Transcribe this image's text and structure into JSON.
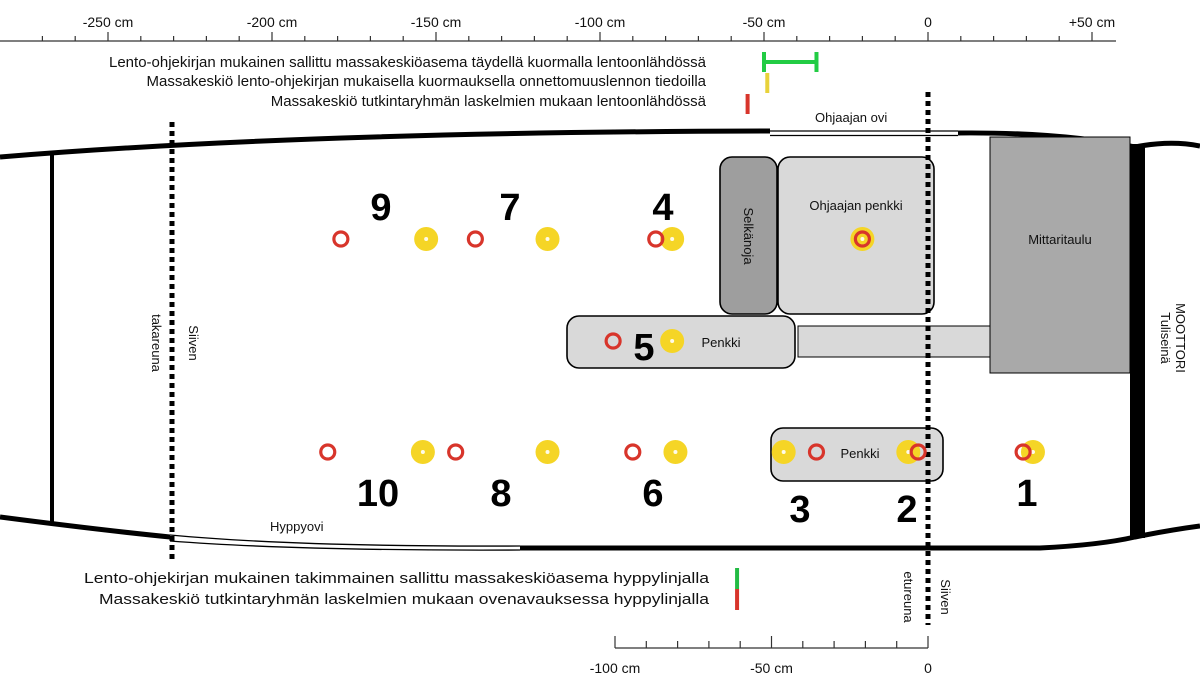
{
  "top_ruler": {
    "labels": [
      "-250 cm",
      "-200 cm",
      "-150 cm",
      "-100 cm",
      "-50 cm",
      "0",
      "+50 cm"
    ],
    "values": [
      -250,
      -200,
      -150,
      -100,
      -50,
      0,
      50
    ],
    "range_cm": [
      -270,
      55
    ],
    "minor_step_cm": 10
  },
  "bottom_ruler": {
    "labels": [
      "-100 cm",
      "-50 cm",
      "0"
    ],
    "values": [
      -100,
      -50,
      0
    ],
    "range_cm": [
      -100,
      0
    ],
    "minor_step_cm": 10
  },
  "legend_top": [
    {
      "text": "Lento-ohjekirjan mukainen sallittu massakeskiöasema täydellä kuormalla lentoonlähdössä",
      "color": "#22cc44",
      "kind": "range",
      "from_cm": -50,
      "to_cm": -34
    },
    {
      "text": "Massakeskiö lento-ohjekirjan mukaisella kuormauksella onnettomuuslennon tiedoilla",
      "color": "#e8d23a",
      "kind": "mark",
      "at_cm": -49
    },
    {
      "text": "Massakeskiö tutkintaryhmän laskelmien mukaan lentoonlähdössä",
      "color": "#d8352b",
      "kind": "mark",
      "at_cm": -55
    }
  ],
  "legend_bottom": [
    {
      "text": "Lento-ohjekirjan mukainen takimmainen sallittu massakeskiöasema hyppylinjalla",
      "color": "#22bb44",
      "at_cm": -61
    },
    {
      "text": "Massakeskiö tutkintaryhmän laskelmien mukaan ovenavauksessa hyppylinjalla",
      "color": "#d8352b",
      "at_cm": -61
    }
  ],
  "labels": {
    "pilot_door": "Ohjaajan ovi",
    "jump_door": "Hyppyovi",
    "pilot_seat": "Ohjaajan penkki",
    "backrest": "Selkänoja",
    "instrument_panel": "Mittaritaulu",
    "bench_mid": "Penkki",
    "bench_low": "Penkki",
    "engine": "MOOTTORI",
    "firewall": "Tuliseinä",
    "wing_rear_1": "Siiven",
    "wing_rear_2": "takareuna",
    "wing_front_1": "Siiven",
    "wing_front_2": "etureuna"
  },
  "seats": [
    {
      "number": "1",
      "red_cm": 29,
      "yellow_cm": 32
    },
    {
      "number": "2",
      "red_cm": -3,
      "yellow_cm": -6
    },
    {
      "number": "3",
      "red_cm": -34,
      "yellow_cm": -44
    },
    {
      "number": "4",
      "red_cm": -83,
      "yellow_cm": -78
    },
    {
      "number": "5",
      "red_cm": -96,
      "yellow_cm": -78
    },
    {
      "number": "6",
      "red_cm": -90,
      "yellow_cm": -77
    },
    {
      "number": "7",
      "red_cm": -138,
      "yellow_cm": -116
    },
    {
      "number": "8",
      "red_cm": -144,
      "yellow_cm": -116
    },
    {
      "number": "9",
      "red_cm": -179,
      "yellow_cm": -153
    },
    {
      "number": "10",
      "red_cm": -183,
      "yellow_cm": -154
    },
    {
      "number": "pilot",
      "red_cm": -20,
      "yellow_cm": -20
    }
  ],
  "colors": {
    "red_marker": "#d8352b",
    "yellow_marker": "#f5d526",
    "seat_fill": "#d9d9d9",
    "dark_fill": "#a9a9a9",
    "backrest_fill": "#9e9e9e"
  }
}
